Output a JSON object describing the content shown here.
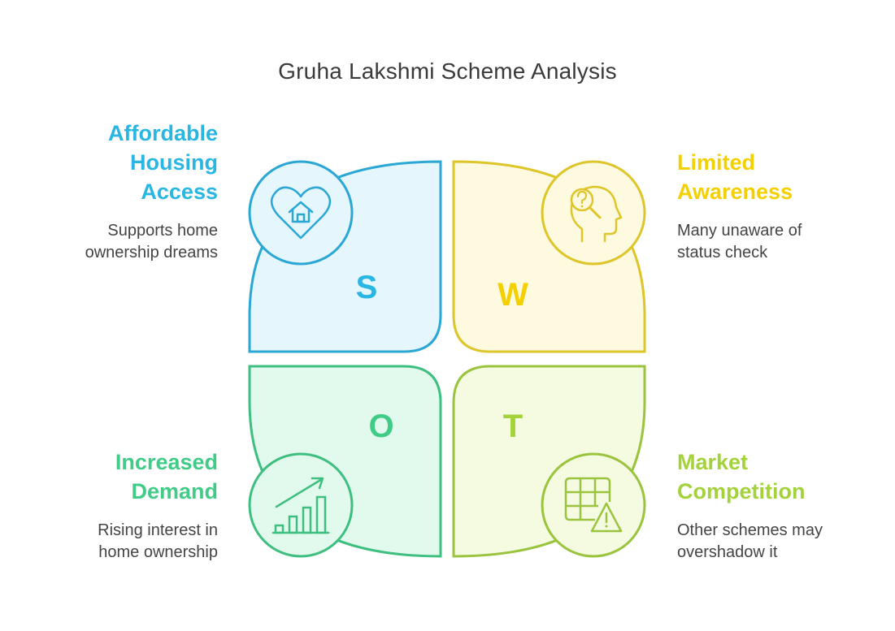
{
  "title": "Gruha Lakshmi Scheme Analysis",
  "quadrants": [
    {
      "letter": "S",
      "heading_lines": [
        "Affordable",
        "Housing",
        "Access"
      ],
      "description_lines": [
        "Supports home",
        "ownership dreams"
      ],
      "icon": "house-heart-icon",
      "color": "#29b6e3",
      "stroke": "#2aa7d4",
      "fill": "#e5f6fd"
    },
    {
      "letter": "W",
      "heading_lines": [
        "Limited",
        "Awareness"
      ],
      "description_lines": [
        "Many unaware of",
        "status check"
      ],
      "icon": "head-question-icon",
      "color": "#f4d000",
      "stroke": "#ddc52a",
      "fill": "#fefadf"
    },
    {
      "letter": "O",
      "heading_lines": [
        "Increased",
        "Demand"
      ],
      "description_lines": [
        "Rising interest in",
        "home ownership"
      ],
      "icon": "growth-chart-icon",
      "color": "#40cc86",
      "stroke": "#3fbf7f",
      "fill": "#e2faee"
    },
    {
      "letter": "T",
      "heading_lines": [
        "Market",
        "Competition"
      ],
      "description_lines": [
        "Other schemes may",
        "overshadow it"
      ],
      "icon": "grid-warning-icon",
      "color": "#a4d23a",
      "stroke": "#9ac43d",
      "fill": "#f4fbe1"
    }
  ]
}
